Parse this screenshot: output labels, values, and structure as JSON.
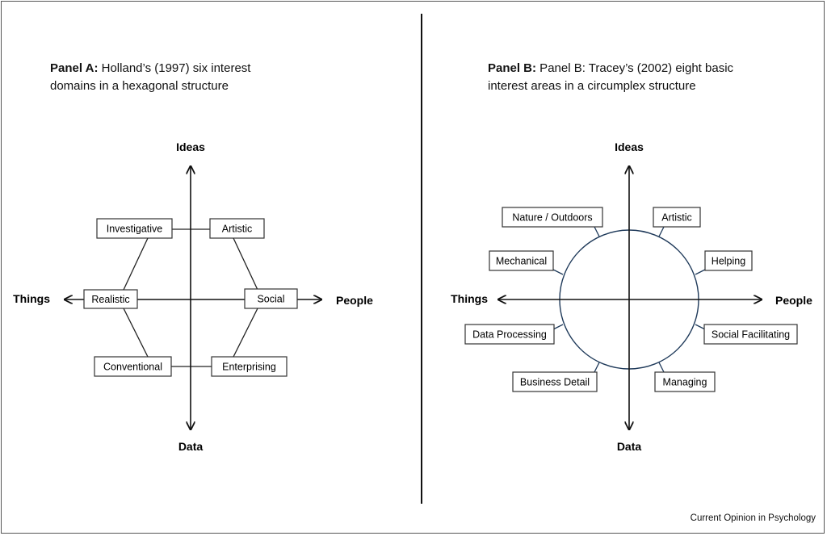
{
  "panelA": {
    "title_bold": "Panel A:",
    "title_rest_line1": " Holland’s (1997) six interest",
    "title_line2": "domains in a hexagonal structure",
    "axes": {
      "top": "Ideas",
      "bottom": "Data",
      "left": "Things",
      "right": "People"
    },
    "domains": {
      "investigative": "Investigative",
      "artistic": "Artistic",
      "realistic": "Realistic",
      "social": "Social",
      "conventional": "Conventional",
      "enterprising": "Enterprising"
    }
  },
  "panelB": {
    "title_bold": "Panel B:",
    "title_rest_line1": " Panel B: Tracey’s (2002) eight basic",
    "title_line2": "interest areas in a circumplex structure",
    "axes": {
      "top": "Ideas",
      "bottom": "Data",
      "left": "Things",
      "right": "People"
    },
    "areas": {
      "nature": "Nature / Outdoors",
      "artistic": "Artistic",
      "mechanical": "Mechanical",
      "helping": "Helping",
      "data_processing": "Data Processing",
      "social_facilitating": "Social Facilitating",
      "business_detail": "Business Detail",
      "managing": "Managing"
    }
  },
  "credit": "Current Opinion in Psychology"
}
